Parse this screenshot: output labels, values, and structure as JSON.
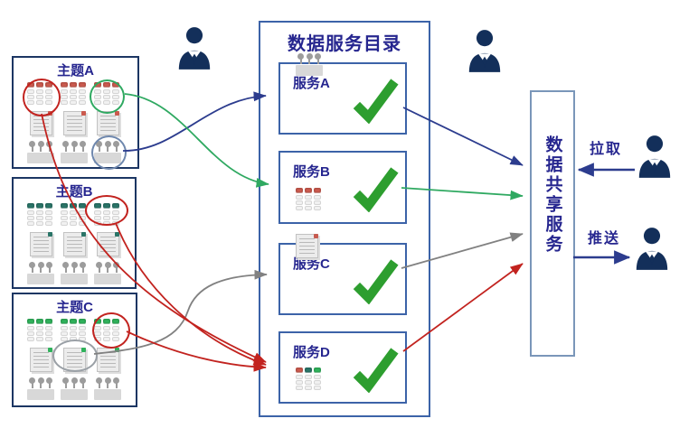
{
  "topics": [
    {
      "label": "主题A",
      "accent_color": "#cb5a4e",
      "doc_mark_color": "#cb5a4e"
    },
    {
      "label": "主题B",
      "accent_color": "#2a7568",
      "doc_mark_color": "#2a7568"
    },
    {
      "label": "主题C",
      "accent_color": "#2fb25b",
      "doc_mark_color": "#2fb25b"
    }
  ],
  "catalog": {
    "title": "数据服务目录",
    "services": [
      {
        "label": "服务A",
        "icon": "machine-icon",
        "approved": true
      },
      {
        "label": "服务B",
        "icon": "table-icon-red",
        "approved": true
      },
      {
        "label": "服务C",
        "icon": "document-icon",
        "approved": true
      },
      {
        "label": "服务D",
        "icon": "table-icon-multicolor",
        "approved": true
      }
    ]
  },
  "sharing": {
    "label": "数据共享服务"
  },
  "actions": {
    "pull_label": "拉取",
    "push_label": "推送"
  },
  "connections": [
    {
      "from": "topic-a-blue-circle",
      "to": "service-a",
      "color": "navy"
    },
    {
      "from": "topic-a-green-circle",
      "to": "service-b",
      "color": "green"
    },
    {
      "from": "topic-c-gray-circle",
      "to": "service-c",
      "color": "gray"
    },
    {
      "from": "topic-a-red-circle",
      "to": "service-d",
      "color": "red"
    },
    {
      "from": "topic-b-red-circle",
      "to": "service-d",
      "color": "red"
    },
    {
      "from": "topic-c-red-circle",
      "to": "service-d",
      "color": "red"
    },
    {
      "from": "service-a",
      "to": "sharing-service",
      "color": "navy"
    },
    {
      "from": "service-b",
      "to": "sharing-service",
      "color": "green"
    },
    {
      "from": "service-c",
      "to": "sharing-service",
      "color": "gray"
    },
    {
      "from": "service-d",
      "to": "sharing-service",
      "color": "red"
    },
    {
      "from": "pull-user",
      "to": "sharing-service",
      "color": "navy",
      "label": "拉取"
    },
    {
      "from": "sharing-service",
      "to": "push-user",
      "color": "navy",
      "label": "推送"
    }
  ],
  "icons": {
    "check": "green approval checkmark",
    "person": "businessman silhouette",
    "table": "data table icon",
    "document": "document icon",
    "machine": "service/machine icon"
  },
  "colors": {
    "navy": "#26268f",
    "topic_border": "#1c3663",
    "blue_border": "#3c63a8",
    "sharing_border": "#7a96b9",
    "arrow_blue": "#2c3c8e",
    "arrow_green": "#2fa961",
    "arrow_gray": "#818181",
    "arrow_red": "#c2231f",
    "check_green": "#2d9e2f",
    "table_header_red": "#cb5a4e",
    "table_header_teal": "#2a7568",
    "table_header_green": "#2fb25b",
    "ellipse_blue": "#6e87ad",
    "ellipse_gray": "#9aa0a6",
    "person_navy": "#132f5a"
  }
}
